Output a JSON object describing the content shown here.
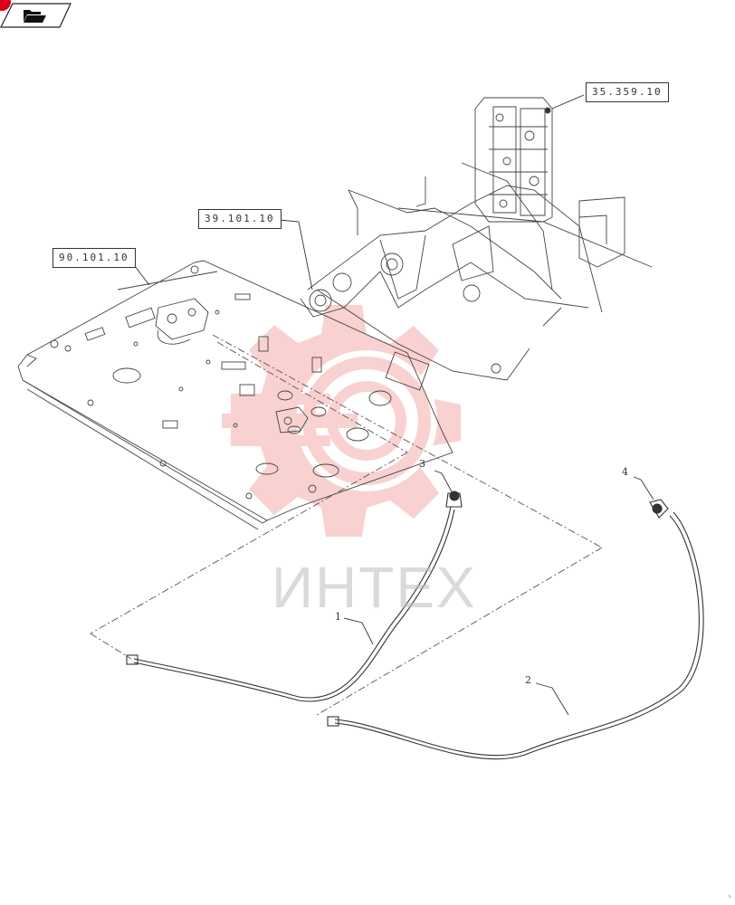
{
  "nav": {
    "icon_name": "folder-open-icon",
    "accent_color": "#d9001b"
  },
  "refs": {
    "r1": "35.359.10",
    "r2": "39.101.10",
    "r3": "90.101.10"
  },
  "callouts": {
    "c1": "1",
    "c2": "2",
    "c3": "3",
    "c4": "4"
  },
  "watermark": {
    "text": "ИНТЕХ",
    "color": "#f29a9a"
  },
  "page_corner": "›"
}
